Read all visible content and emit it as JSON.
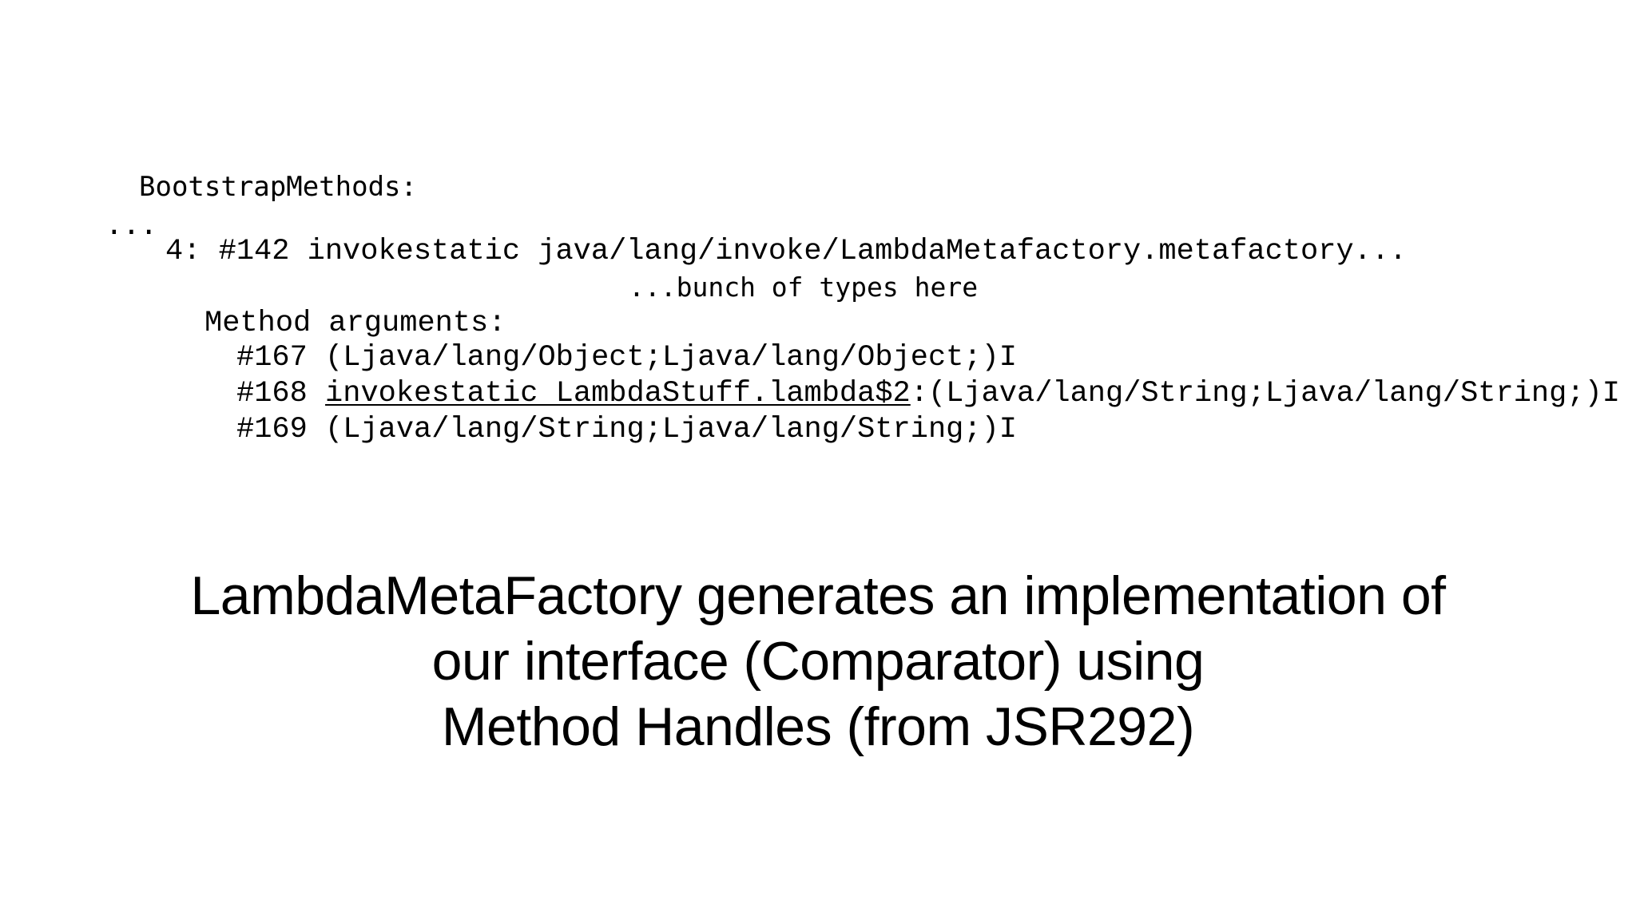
{
  "slide": {
    "background_color": "#ffffff",
    "text_color": "#000000"
  },
  "code_listing": {
    "name": "javap-bootstrap-methods-listing",
    "lines": [
      {
        "id": "bootstrap",
        "text": "BootstrapMethods:",
        "style": "mono-wide",
        "underlined": false
      },
      {
        "id": "ellipsis",
        "text": "...",
        "style": "mono-wide",
        "underlined": false
      },
      {
        "id": "bsm_4",
        "text": "4: #142 invokestatic java/lang/invoke/LambdaMetafactory.metafactory...",
        "style": "mono-narrow",
        "underlined": false
      },
      {
        "id": "types",
        "text": "...bunch of types here",
        "style": "mono-wide",
        "underlined": false
      },
      {
        "id": "method_arguments",
        "text": "Method arguments:",
        "style": "mono-narrow",
        "underlined": false
      },
      {
        "id": "arg_167",
        "text": "#167 (Ljava/lang/Object;Ljava/lang/Object;)I",
        "style": "mono-narrow",
        "underlined": false
      },
      {
        "id": "arg_169",
        "text": "#169 (Ljava/lang/String;Ljava/lang/String;)I",
        "style": "mono-narrow",
        "underlined": false
      }
    ],
    "line_168": {
      "index_label": "#168 ",
      "underlined_part": "invokestatic LambdaStuff.lambda$2",
      "rest": ":(Ljava/lang/String;Ljava/lang/String;)I"
    }
  },
  "headline": {
    "line1": "LambdaMetaFactory generates an implementation of",
    "line2": "our interface (Comparator) using",
    "line3": "Method Handles (from JSR292)"
  }
}
